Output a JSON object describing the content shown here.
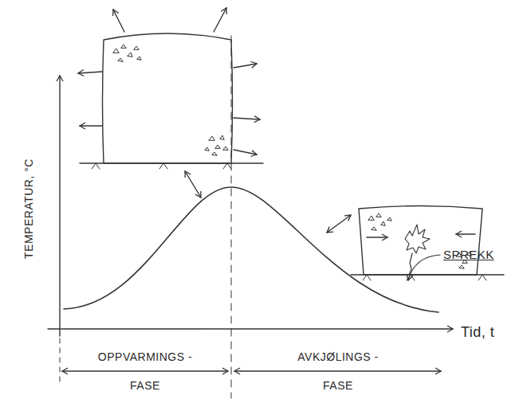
{
  "diagram": {
    "labels": [
      "TEMPERATUR, °C",
      "Tid, t",
      "OPPVARMINGS - FASE",
      "AVKJØLINGS - FASE",
      "SPREKK"
    ]
  }
}
